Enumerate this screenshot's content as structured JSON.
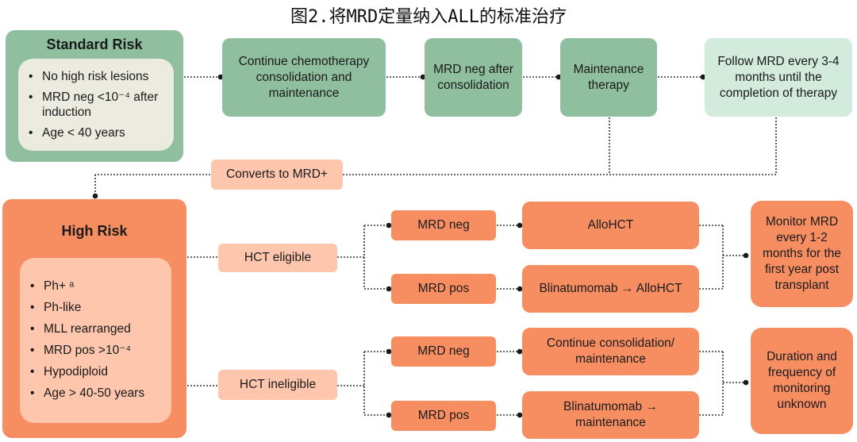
{
  "title": "图2.将MRD定量纳入ALL的标准治疗",
  "standard_risk": {
    "heading": "Standard Risk",
    "items": [
      "No high risk lesions",
      "MRD neg <10⁻⁴ after induction",
      "Age < 40 years"
    ]
  },
  "flow_top": {
    "continue_chemo": "Continue chemotherapy consolidation and maintenance",
    "mrd_neg_after": "MRD neg after consolidation",
    "maintenance": "Maintenance therapy",
    "follow_mrd": "Follow MRD every 3-4 months until the completion of therapy"
  },
  "converts": "Converts to MRD+",
  "high_risk": {
    "heading": "High Risk",
    "items": [
      "Ph+ ᵃ",
      "Ph-like",
      "MLL rearranged",
      "MRD pos >10⁻⁴",
      "Hypodiploid",
      "Age > 40-50 years"
    ]
  },
  "eligible": {
    "label": "HCT eligible",
    "mrd_neg": "MRD neg",
    "mrd_pos": "MRD pos",
    "neg_tx": "AlloHCT",
    "pos_tx": "Blinatumomab → AlloHCT",
    "monitor": "Monitor MRD every 1-2 months for the first year post transplant"
  },
  "ineligible": {
    "label": "HCT ineligible",
    "mrd_neg": "MRD neg",
    "mrd_pos": "MRD pos",
    "neg_tx": "Continue consolidation/ maintenance",
    "pos_tx": "Blinatumomab → maintenance",
    "monitor": "Duration and frequency of monitoring unknown"
  },
  "colors": {
    "green_dark": "#8fbf9f",
    "green_light": "#d3ebdc",
    "orange": "#f78e62",
    "orange_light": "#fdc6ad",
    "connector": "#333333"
  }
}
